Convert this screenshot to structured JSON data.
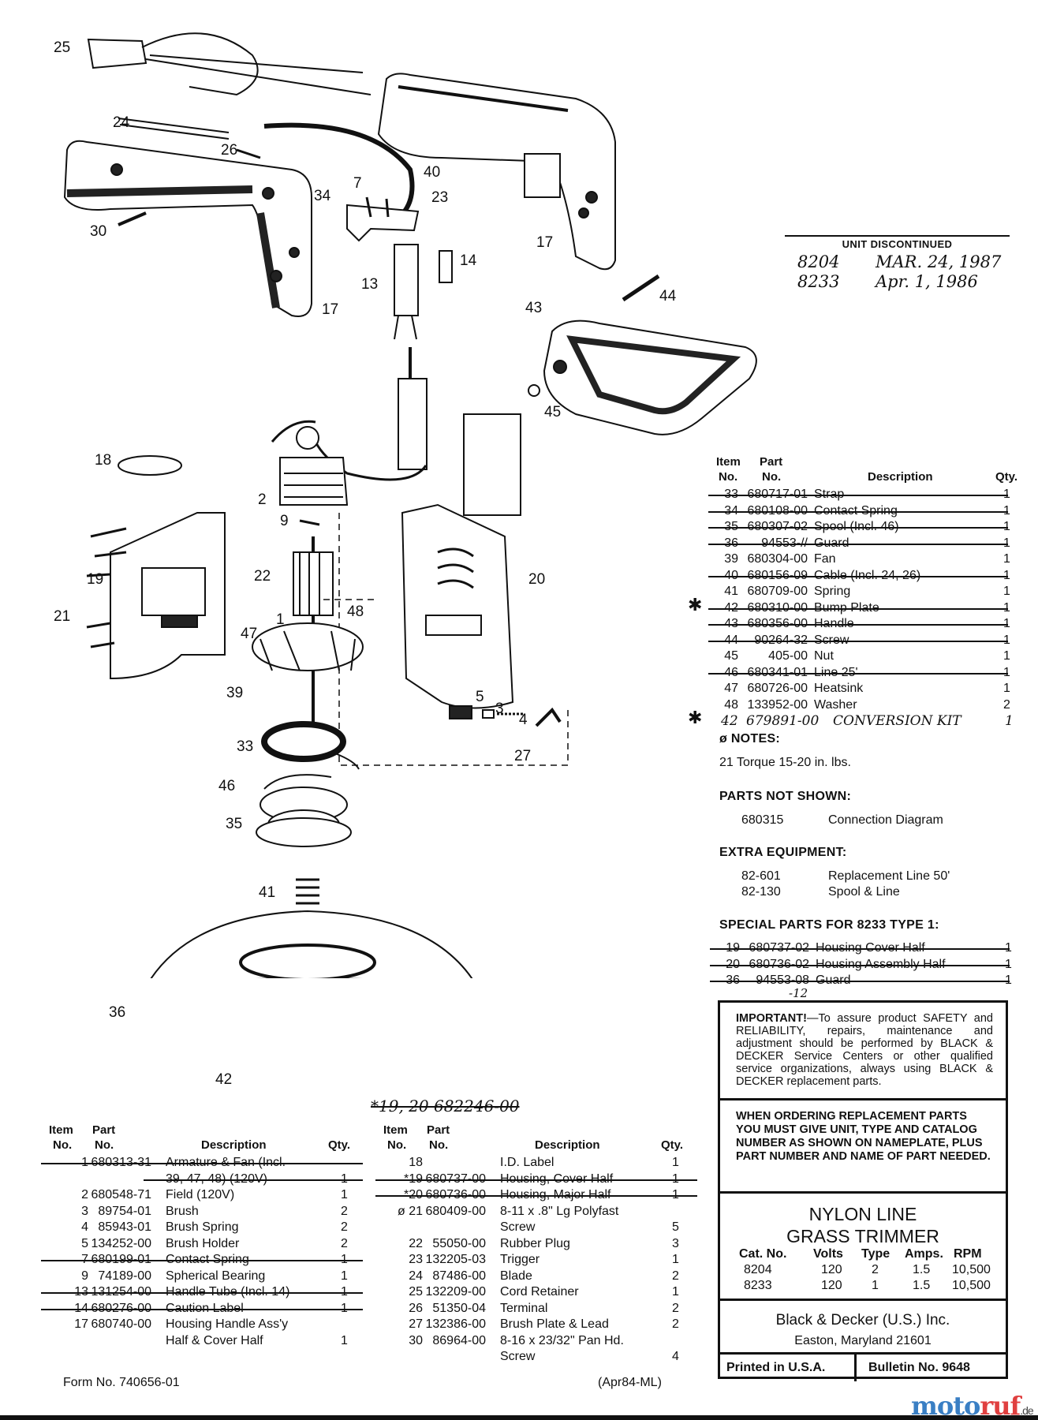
{
  "diagram": {
    "callouts": [
      "25",
      "24",
      "26",
      "7",
      "34",
      "40",
      "23",
      "30",
      "17",
      "14",
      "13",
      "17",
      "44",
      "43",
      "45",
      "18",
      "2",
      "9",
      "22",
      "19",
      "21",
      "20",
      "48",
      "47",
      "1",
      "39",
      "5",
      "3",
      "4",
      "27",
      "33",
      "46",
      "35",
      "41",
      "36",
      "42"
    ]
  },
  "discontinued": {
    "title": "UNIT DISCONTINUED",
    "line1_model": "8204",
    "line1_date": "MAR. 24, 1987",
    "line2_model": "8233",
    "line2_date": "Apr. 1, 1986"
  },
  "headers": {
    "item": "Item",
    "no": "No.",
    "part": "Part",
    "description": "Description",
    "qty": "Qty."
  },
  "left_table": {
    "rows": [
      {
        "item": "1",
        "part": "680313-31",
        "desc": "Armature & Fan (Incl.",
        "qty": "",
        "struck": true
      },
      {
        "item": "",
        "part": "",
        "desc": "39, 47, 48) (120V)",
        "qty": "1",
        "struck": true,
        "cont": true
      },
      {
        "item": "2",
        "part": "680548-71",
        "desc": "Field (120V)",
        "qty": "1",
        "struck": false
      },
      {
        "item": "3",
        "part": "89754-01",
        "desc": "Brush",
        "qty": "2",
        "struck": false
      },
      {
        "item": "4",
        "part": "85943-01",
        "desc": "Brush Spring",
        "qty": "2",
        "struck": false
      },
      {
        "item": "5",
        "part": "134252-00",
        "desc": "Brush Holder",
        "qty": "2",
        "struck": false
      },
      {
        "item": "7",
        "part": "680199-01",
        "desc": "Contact Spring",
        "qty": "1",
        "struck": true
      },
      {
        "item": "9",
        "part": "74189-00",
        "desc": "Spherical Bearing",
        "qty": "1",
        "struck": false
      },
      {
        "item": "13",
        "part": "131254-00",
        "desc": "Handle Tube (Incl. 14)",
        "qty": "1",
        "struck": true
      },
      {
        "item": "14",
        "part": "680276-00",
        "desc": "Caution Label",
        "qty": "1",
        "struck": true
      },
      {
        "item": "17",
        "part": "680740-00",
        "desc": "Housing Handle Ass'y",
        "qty": "",
        "struck": false
      },
      {
        "item": "",
        "part": "",
        "desc": "Half & Cover Half",
        "qty": "1",
        "struck": false,
        "cont": true
      }
    ]
  },
  "mid_table": {
    "handwritten_header": "*19, 20  682246-00",
    "rows": [
      {
        "item": "18",
        "part": "",
        "desc": "I.D. Label",
        "qty": "1",
        "struck": false
      },
      {
        "item": "*19",
        "part": "680737-00",
        "desc": "Housing, Cover Half",
        "qty": "1",
        "struck": true
      },
      {
        "item": "*20",
        "part": "680736-00",
        "desc": "Housing, Major Half",
        "qty": "1",
        "struck": true
      },
      {
        "item": "ø 21",
        "part": "680409-00",
        "desc": "8-11 x .8\" Lg Polyfast",
        "qty": "",
        "struck": false
      },
      {
        "item": "",
        "part": "",
        "desc": "Screw",
        "qty": "5",
        "struck": false,
        "cont": true
      },
      {
        "item": "22",
        "part": "55050-00",
        "desc": "Rubber Plug",
        "qty": "3",
        "struck": false
      },
      {
        "item": "23",
        "part": "132205-03",
        "desc": "Trigger",
        "qty": "1",
        "struck": false
      },
      {
        "item": "24",
        "part": "87486-00",
        "desc": "Blade",
        "qty": "2",
        "struck": false
      },
      {
        "item": "25",
        "part": "132209-00",
        "desc": "Cord Retainer",
        "qty": "1",
        "struck": false
      },
      {
        "item": "26",
        "part": "51350-04",
        "desc": "Terminal",
        "qty": "2",
        "struck": false
      },
      {
        "item": "27",
        "part": "132386-00",
        "desc": "Brush Plate & Lead",
        "qty": "2",
        "struck": false
      },
      {
        "item": "30",
        "part": "86964-00",
        "desc": "8-16 x 23/32\" Pan Hd.",
        "qty": "",
        "struck": false
      },
      {
        "item": "",
        "part": "",
        "desc": "Screw",
        "qty": "4",
        "struck": false,
        "cont": true
      }
    ]
  },
  "right_table": {
    "rows": [
      {
        "item": "33",
        "part": "680717-01",
        "desc": "Strap",
        "qty": "1",
        "struck": true
      },
      {
        "item": "34",
        "part": "680108-00",
        "desc": "Contact Spring",
        "qty": "1",
        "struck": true
      },
      {
        "item": "35",
        "part": "680307-02",
        "desc": "Spool (Incl. 46)",
        "qty": "1",
        "struck": true
      },
      {
        "item": "36",
        "part": "94553-//",
        "desc": "Guard",
        "qty": "1",
        "struck": true
      },
      {
        "item": "39",
        "part": "680304-00",
        "desc": "Fan",
        "qty": "1",
        "struck": false
      },
      {
        "item": "40",
        "part": "680156-09",
        "desc": "Cable (Incl. 24, 26)",
        "qty": "1",
        "struck": true
      },
      {
        "item": "41",
        "part": "680709-00",
        "desc": "Spring",
        "qty": "1",
        "struck": false
      },
      {
        "item": "42",
        "part": "680310-00",
        "desc": "Bump Plate",
        "qty": "1",
        "struck": true,
        "star": "✱"
      },
      {
        "item": "43",
        "part": "680356-00",
        "desc": "Handle",
        "qty": "1",
        "struck": true
      },
      {
        "item": "44",
        "part": "90264-32",
        "desc": "Screw",
        "qty": "1",
        "struck": true
      },
      {
        "item": "45",
        "part": "405-00",
        "desc": "Nut",
        "qty": "1",
        "struck": false
      },
      {
        "item": "46",
        "part": "680341-01",
        "desc": "Line 25'",
        "qty": "1",
        "struck": true
      },
      {
        "item": "47",
        "part": "680726-00",
        "desc": "Heatsink",
        "qty": "1",
        "struck": false
      },
      {
        "item": "48",
        "part": "133952-00",
        "desc": "Washer",
        "qty": "2",
        "struck": false
      }
    ],
    "handwritten_row": {
      "star": "✱",
      "item": "42",
      "part": "679891-00",
      "desc": "CONVERSION KIT",
      "qty": "1"
    }
  },
  "notes": {
    "title": "ø NOTES:",
    "line": "21 Torque 15-20 in. lbs."
  },
  "parts_not_shown": {
    "title": "PARTS NOT SHOWN:",
    "part": "680315",
    "desc": "Connection Diagram"
  },
  "extra_equipment": {
    "title": "EXTRA EQUIPMENT:",
    "rows": [
      {
        "part": "82-601",
        "desc": "Replacement Line 50'"
      },
      {
        "part": "82-130",
        "desc": "Spool & Line"
      }
    ]
  },
  "special_parts": {
    "title": "SPECIAL PARTS FOR 8233 TYPE 1:",
    "rows": [
      {
        "item": "19",
        "part": "680737-02",
        "desc": "Housing Cover Half",
        "qty": "1"
      },
      {
        "item": "20",
        "part": "680736-02",
        "desc": "Housing Assembly Half",
        "qty": "1"
      },
      {
        "item": "36",
        "part": "94553-08",
        "desc": "Guard",
        "qty": "1"
      }
    ],
    "handwritten_note": "-12"
  },
  "important": {
    "lead": "IMPORTANT!",
    "text": "—To assure product SAFETY and RELIABILITY, repairs, maintenance and adjustment should be performed by BLACK & DECKER Service Centers or other qualified service organizations, always using BLACK & DECKER replacement parts."
  },
  "ordering": {
    "text": "WHEN ORDERING REPLACEMENT PARTS YOU MUST GIVE UNIT, TYPE AND CATALOG NUMBER AS SHOWN ON NAMEPLATE, PLUS PART NUMBER AND NAME OF PART NEEDED."
  },
  "product": {
    "title_line1": "NYLON LINE",
    "title_line2": "GRASS TRIMMER",
    "spec_headers": [
      "Cat. No.",
      "Volts",
      "Type",
      "Amps.",
      "RPM"
    ],
    "specs": [
      [
        "8204",
        "120",
        "2",
        "1.5",
        "10,500"
      ],
      [
        "8233",
        "120",
        "1",
        "1.5",
        "10,500"
      ]
    ]
  },
  "company": {
    "name": "Black & Decker (U.S.) Inc.",
    "address": "Easton, Maryland 21601"
  },
  "footer": {
    "printed": "Printed in U.S.A.",
    "bulletin": "Bulletin No. 9648",
    "form": "Form No. 740656-01",
    "date_code": "(Apr84-ML)"
  },
  "watermark": {
    "part1": "moto",
    "part2": "ruf",
    "suffix": ".de"
  }
}
